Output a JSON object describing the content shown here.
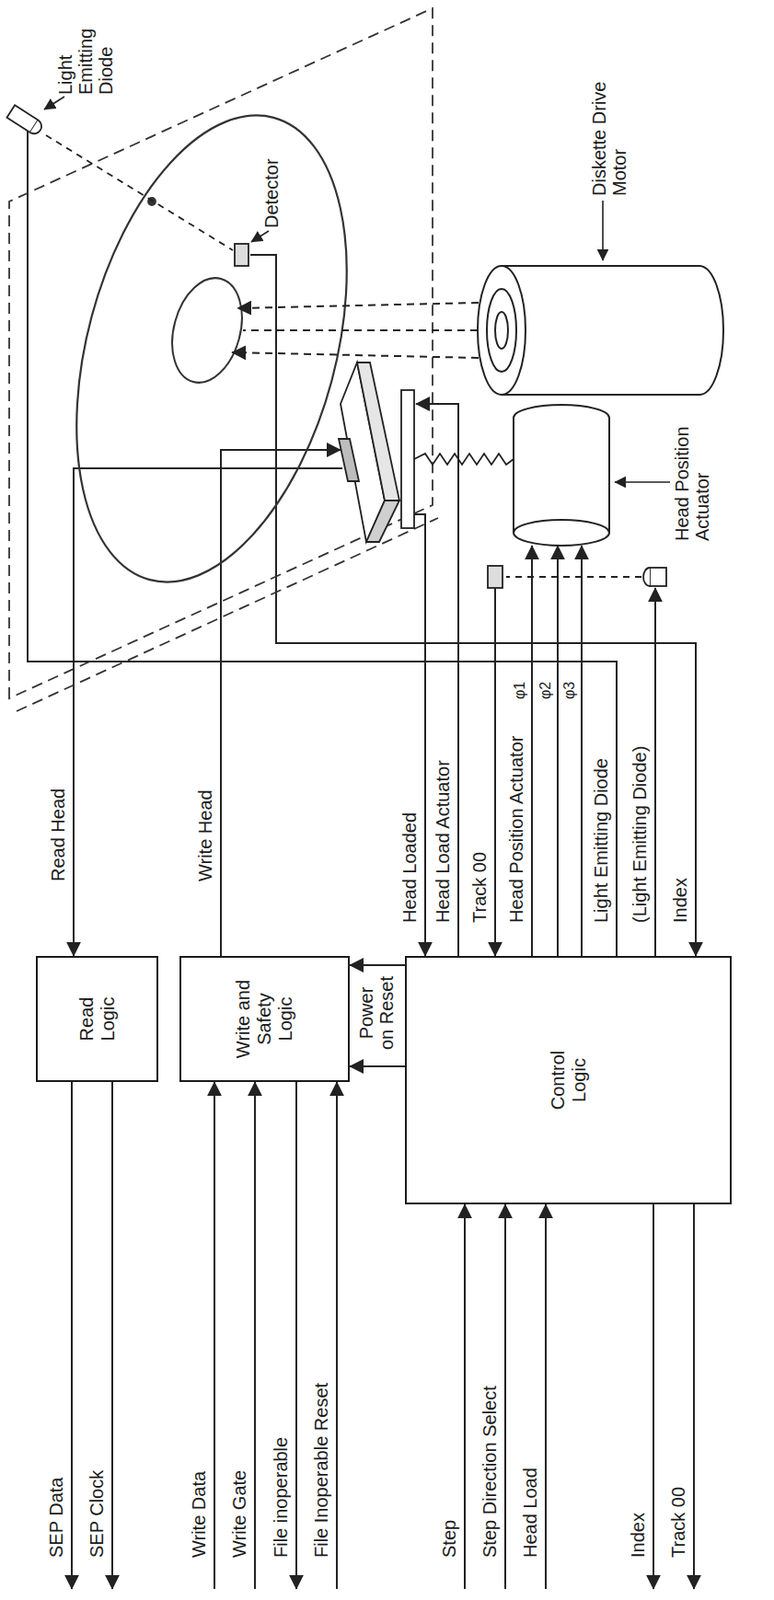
{
  "diagram": {
    "nodes": [
      {
        "text": [
          "Read Logic"
        ]
      },
      {
        "text": [
          "Write and Safety Logic"
        ]
      },
      {
        "text": [
          "Control Logic"
        ]
      }
    ],
    "edges": [
      {
        "from": 2,
        "to": 1,
        "arrow": "to"
      },
      {
        "from": 2,
        "to": 1,
        "arrow": "to"
      }
    ],
    "labels": [
      "SEP Data",
      "SEP Clock",
      "Write Data",
      "Write Gate",
      "File inoperable",
      "File Inoperable Reset",
      "Step",
      "Step Direction Select",
      "Head Load",
      "Index",
      "Track 00",
      "Read Head",
      "Write Head",
      "Head Loaded",
      "Power on Reset",
      "Head Load Actuator",
      "Track 00",
      "Head Position Actuator",
      "φ1",
      "φ2",
      "φ3",
      "Light Emitting Diode",
      "(Light Emitting Diode)",
      "Index",
      "Detector",
      "Light Emitting Diode",
      "Head Position Actuator",
      "Diskette Drive Motor"
    ]
  }
}
